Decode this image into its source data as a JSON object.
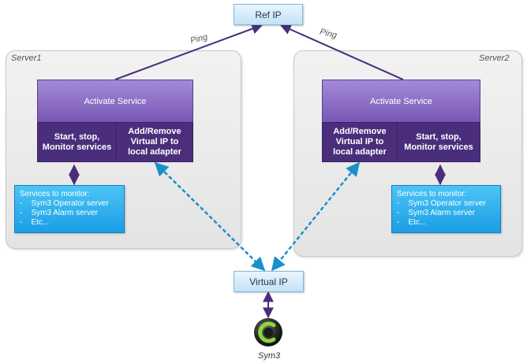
{
  "nodes": {
    "ref_ip": "Ref IP",
    "virtual_ip": "Virtual IP",
    "sym3": "Sym3"
  },
  "edges": {
    "ping_left": "Ping",
    "ping_right": "Ping"
  },
  "server1": {
    "label": "Server1",
    "activate": "Activate Service",
    "start_stop": "Start, stop,\nMonitor services",
    "add_remove": "Add/Remove\nVirtual IP to\nlocal adapter",
    "monitor_title": "Services to monitor:",
    "monitor_items": [
      "-    Sym3 Operator server",
      "-    Sym3 Alarm server",
      "-    Etc..."
    ]
  },
  "server2": {
    "label": "Server2",
    "activate": "Activate Service",
    "start_stop": "Start, stop,\nMonitor services",
    "add_remove": "Add/Remove\nVirtual IP to\nlocal adapter",
    "monitor_title": "Services to monitor:",
    "monitor_items": [
      "-    Sym3 Operator server",
      "-    Sym3 Alarm server",
      "-    Etc..."
    ]
  },
  "colors": {
    "solid_line": "#4b2e7b",
    "dashed_line": "#1b8fc9",
    "activate_top": "#a58ad7",
    "activate_bottom": "#7757b4",
    "sub_box": "#4b2e7b",
    "monitor_box": "#1b9ee6",
    "light_box": "#c4e2f7"
  }
}
